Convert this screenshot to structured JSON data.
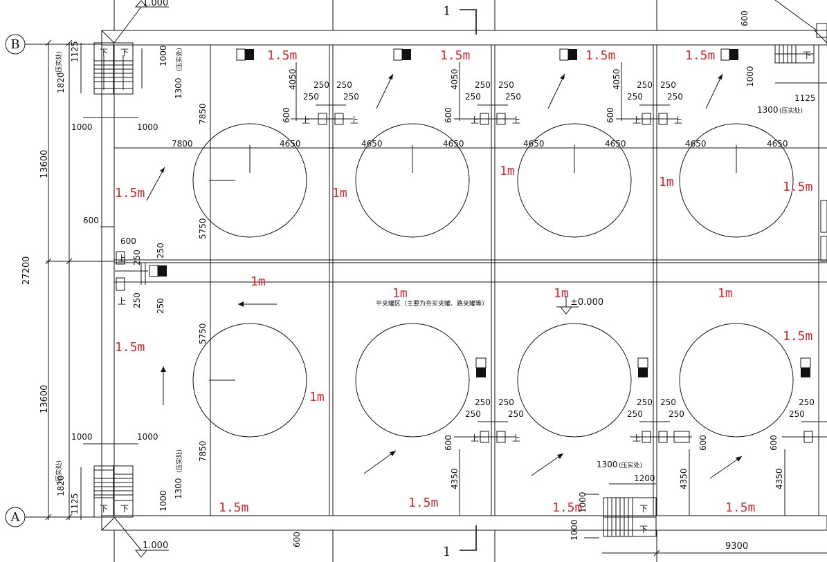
{
  "axes": {
    "top": "B",
    "bottom": "A"
  },
  "section_mark": "1",
  "elevation_mark_top": "1.000",
  "elevation_mark_bottom": "1.000",
  "zero_elevation": "±0.000",
  "stair_down": "下",
  "step_up": "上",
  "flat_zone_note": "平夹罐区（主要为夯实夹罐、路夹罐等）",
  "pressure_note": "(压实处)",
  "levels": {
    "l1_5": "1.5m",
    "l1": "1m"
  },
  "dims": {
    "d27200": "27200",
    "d13600": "13600",
    "d1820": "1820",
    "d1125": "1125",
    "d1000": "1000",
    "d1300": "1300",
    "d7850": "7850",
    "d5750": "5750",
    "d7800": "7800",
    "d4650": "4650",
    "d4050": "4050",
    "d4350": "4350",
    "d600": "600",
    "d250": "250",
    "d1200": "1200",
    "d9300": "9300"
  }
}
